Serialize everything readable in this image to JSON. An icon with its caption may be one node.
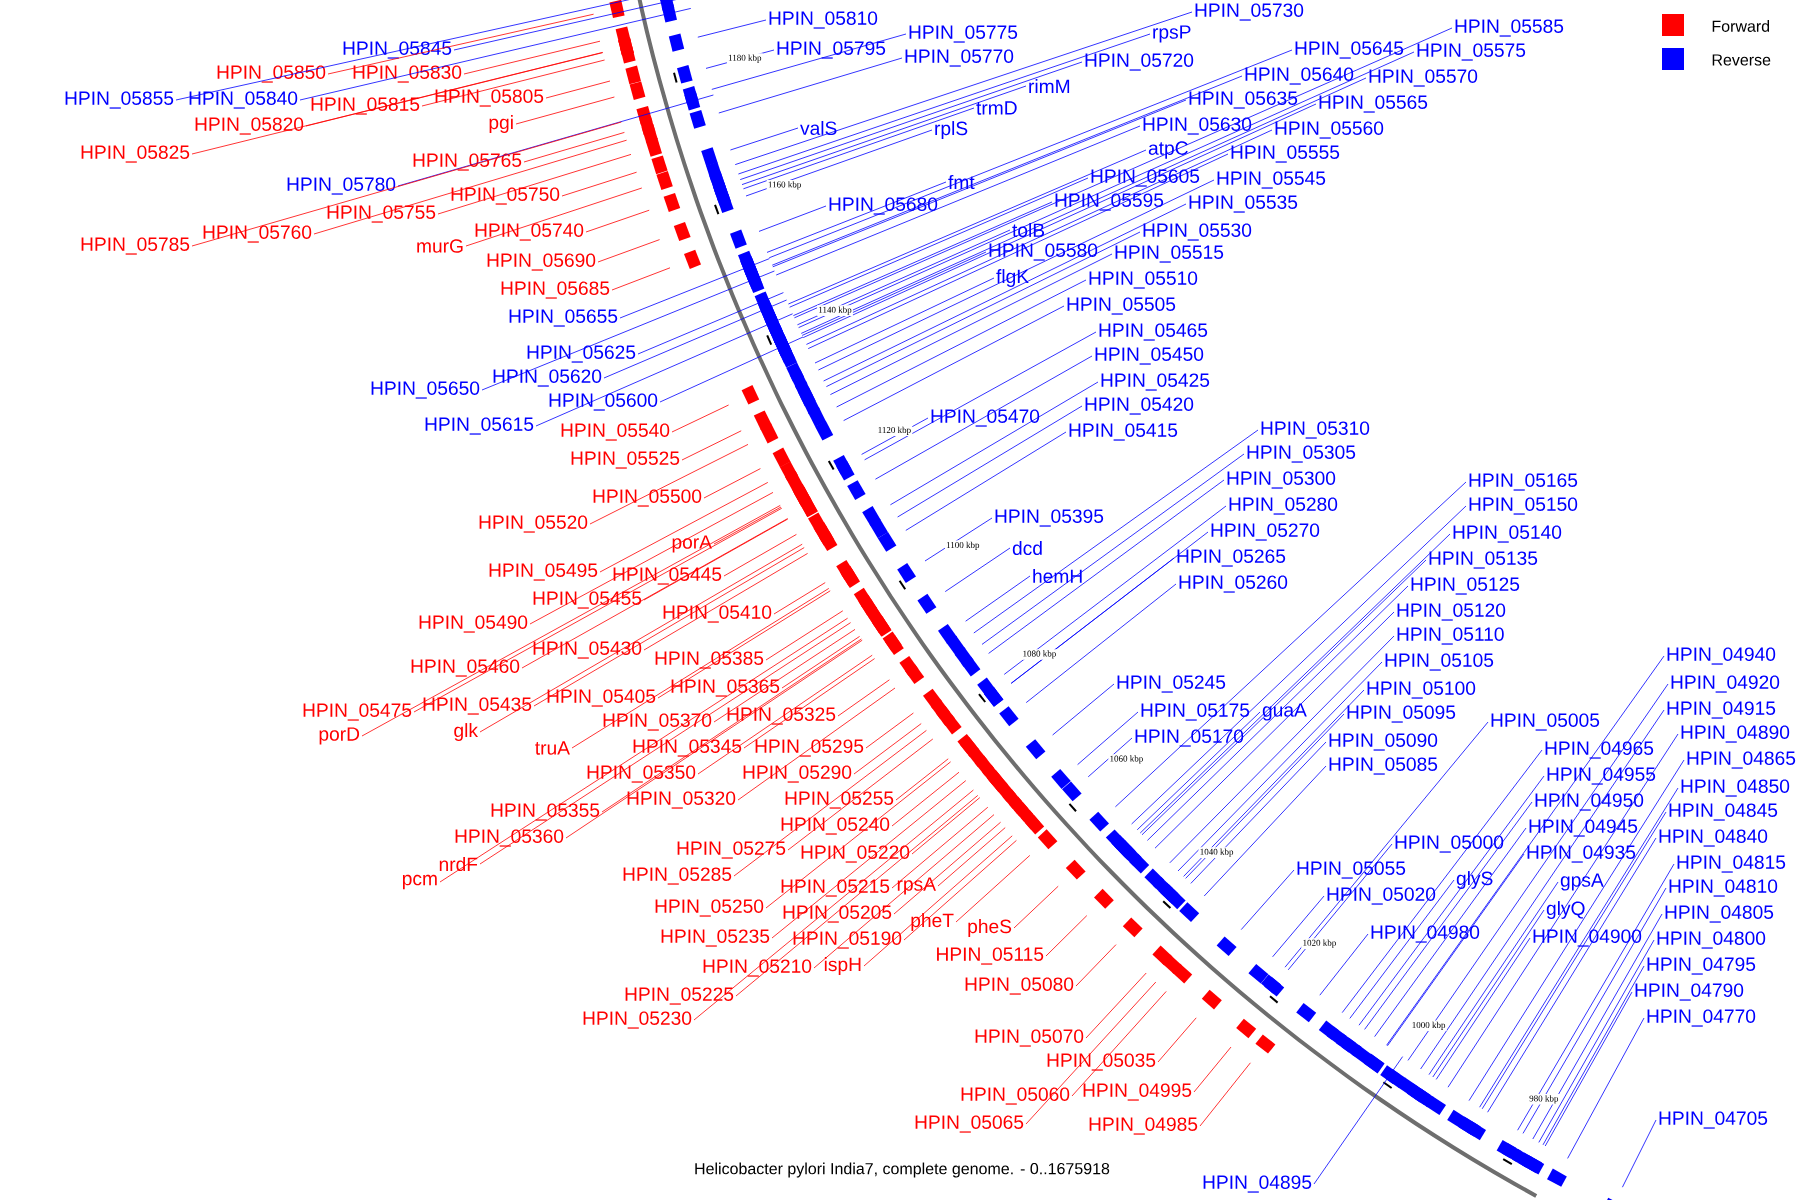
{
  "diagram": {
    "caption": "Helicobacter pylori India7, complete genome. - 0..1675918",
    "nodes": [
      {
        "text": [
          "HPIN_05845"
        ]
      },
      {
        "text": [
          "HPIN_05850"
        ]
      },
      {
        "text": [
          "HPIN_05830"
        ]
      },
      {
        "text": [
          "HPIN_05855"
        ]
      },
      {
        "text": [
          "HPIN_05840"
        ]
      },
      {
        "text": [
          "HPIN_05805"
        ]
      },
      {
        "text": [
          "HPIN_05815"
        ]
      },
      {
        "text": [
          "pgi"
        ]
      },
      {
        "text": [
          "HPIN_05820"
        ]
      },
      {
        "text": [
          "HPIN_05825"
        ]
      },
      {
        "text": [
          "HPIN_05765"
        ]
      },
      {
        "text": [
          "HPIN_05780"
        ]
      },
      {
        "text": [
          "HPIN_05750"
        ]
      },
      {
        "text": [
          "HPIN_05755"
        ]
      },
      {
        "text": [
          "HPIN_05740"
        ]
      },
      {
        "text": [
          "HPIN_05760"
        ]
      },
      {
        "text": [
          "HPIN_05785"
        ]
      },
      {
        "text": [
          "murG"
        ]
      },
      {
        "text": [
          "HPIN_05690"
        ]
      },
      {
        "text": [
          "HPIN_05685"
        ]
      },
      {
        "text": [
          "HPIN_05655"
        ]
      },
      {
        "text": [
          "HPIN_05625"
        ]
      },
      {
        "text": [
          "HPIN_05620"
        ]
      },
      {
        "text": [
          "HPIN_05650"
        ]
      },
      {
        "text": [
          "HPIN_05600"
        ]
      },
      {
        "text": [
          "HPIN_05615"
        ]
      },
      {
        "text": [
          "HPIN_05540"
        ]
      },
      {
        "text": [
          "HPIN_05525"
        ]
      },
      {
        "text": [
          "HPIN_05500"
        ]
      },
      {
        "text": [
          "HPIN_05520"
        ]
      },
      {
        "text": [
          "porA"
        ]
      },
      {
        "text": [
          "HPIN_05495"
        ]
      },
      {
        "text": [
          "HPIN_05445"
        ]
      },
      {
        "text": [
          "HPIN_05455"
        ]
      },
      {
        "text": [
          "HPIN_05410"
        ]
      },
      {
        "text": [
          "HPIN_05490"
        ]
      },
      {
        "text": [
          "HPIN_05430"
        ]
      },
      {
        "text": [
          "HPIN_05385"
        ]
      },
      {
        "text": [
          "HPIN_05460"
        ]
      },
      {
        "text": [
          "HPIN_05365"
        ]
      },
      {
        "text": [
          "HPIN_05405"
        ]
      },
      {
        "text": [
          "HPIN_05435"
        ]
      },
      {
        "text": [
          "HPIN_05475"
        ]
      },
      {
        "text": [
          "HPIN_05325"
        ]
      },
      {
        "text": [
          "HPIN_05370"
        ]
      },
      {
        "text": [
          "glk"
        ]
      },
      {
        "text": [
          "porD"
        ]
      },
      {
        "text": [
          "truA"
        ]
      },
      {
        "text": [
          "HPIN_05345"
        ]
      },
      {
        "text": [
          "HPIN_05295"
        ]
      },
      {
        "text": [
          "HPIN_05350"
        ]
      },
      {
        "text": [
          "HPIN_05290"
        ]
      },
      {
        "text": [
          "HPIN_05320"
        ]
      },
      {
        "text": [
          "HPIN_05255"
        ]
      },
      {
        "text": [
          "HPIN_05355"
        ]
      },
      {
        "text": [
          "HPIN_05240"
        ]
      },
      {
        "text": [
          "HPIN_05360"
        ]
      },
      {
        "text": [
          "HPIN_05275"
        ]
      },
      {
        "text": [
          "HPIN_05220"
        ]
      },
      {
        "text": [
          "nrdF"
        ]
      },
      {
        "text": [
          "HPIN_05285"
        ]
      },
      {
        "text": [
          "pcm"
        ]
      },
      {
        "text": [
          "HPIN_05215"
        ]
      },
      {
        "text": [
          "rpsA"
        ]
      },
      {
        "text": [
          "HPIN_05250"
        ]
      },
      {
        "text": [
          "HPIN_05205"
        ]
      },
      {
        "text": [
          "pheT"
        ]
      },
      {
        "text": [
          "pheS"
        ]
      },
      {
        "text": [
          "HPIN_05235"
        ]
      },
      {
        "text": [
          "HPIN_05190"
        ]
      },
      {
        "text": [
          "HPIN_05115"
        ]
      },
      {
        "text": [
          "HPIN_05210"
        ]
      },
      {
        "text": [
          "ispH"
        ]
      },
      {
        "text": [
          "HPIN_05080"
        ]
      },
      {
        "text": [
          "HPIN_05225"
        ]
      },
      {
        "text": [
          "HPIN_05230"
        ]
      },
      {
        "text": [
          "HPIN_05070"
        ]
      },
      {
        "text": [
          "HPIN_05035"
        ]
      },
      {
        "text": [
          "HPIN_04995"
        ]
      },
      {
        "text": [
          "HPIN_05060"
        ]
      },
      {
        "text": [
          "HPIN_05065"
        ]
      },
      {
        "text": [
          "HPIN_04985"
        ]
      },
      {
        "text": [
          "HPIN_04895"
        ]
      },
      {
        "text": [
          "HPIN_05730"
        ]
      },
      {
        "text": [
          "HPIN_05810"
        ]
      },
      {
        "text": [
          "HPIN_05585"
        ]
      },
      {
        "text": [
          "HPIN_05775"
        ]
      },
      {
        "text": [
          "rpsP"
        ]
      },
      {
        "text": [
          "HPIN_05795"
        ]
      },
      {
        "text": [
          "HPIN_05645"
        ]
      },
      {
        "text": [
          "HPIN_05575"
        ]
      },
      {
        "text": [
          "HPIN_05770"
        ]
      },
      {
        "text": [
          "HPIN_05720"
        ]
      },
      {
        "text": [
          "HPIN_05640"
        ]
      },
      {
        "text": [
          "HPIN_05570"
        ]
      },
      {
        "text": [
          "rimM"
        ]
      },
      {
        "text": [
          "HPIN_05635"
        ]
      },
      {
        "text": [
          "HPIN_05565"
        ]
      },
      {
        "text": [
          "trmD"
        ]
      },
      {
        "text": [
          "HPIN_05630"
        ]
      },
      {
        "text": [
          "valS"
        ]
      },
      {
        "text": [
          "rplS"
        ]
      },
      {
        "text": [
          "HPIN_05560"
        ]
      },
      {
        "text": [
          "atpC"
        ]
      },
      {
        "text": [
          "HPIN_05555"
        ]
      },
      {
        "text": [
          "HPIN_05605"
        ]
      },
      {
        "text": [
          "HPIN_05545"
        ]
      },
      {
        "text": [
          "fmt"
        ]
      },
      {
        "text": [
          "HPIN_05595"
        ]
      },
      {
        "text": [
          "HPIN_05535"
        ]
      },
      {
        "text": [
          "HPIN_05680"
        ]
      },
      {
        "text": [
          "tolB"
        ]
      },
      {
        "text": [
          "HPIN_05530"
        ]
      },
      {
        "text": [
          "HPIN_05580"
        ]
      },
      {
        "text": [
          "HPIN_05515"
        ]
      },
      {
        "text": [
          "flgK"
        ]
      },
      {
        "text": [
          "HPIN_05510"
        ]
      },
      {
        "text": [
          "HPIN_05505"
        ]
      },
      {
        "text": [
          "HPIN_05465"
        ]
      },
      {
        "text": [
          "HPIN_05450"
        ]
      },
      {
        "text": [
          "HPIN_05425"
        ]
      },
      {
        "text": [
          "HPIN_05420"
        ]
      },
      {
        "text": [
          "HPIN_05470"
        ]
      },
      {
        "text": [
          "HPIN_05310"
        ]
      },
      {
        "text": [
          "HPIN_05415"
        ]
      },
      {
        "text": [
          "HPIN_05305"
        ]
      },
      {
        "text": [
          "HPIN_05300"
        ]
      },
      {
        "text": [
          "HPIN_05165"
        ]
      },
      {
        "text": [
          "HPIN_05280"
        ]
      },
      {
        "text": [
          "HPIN_05150"
        ]
      },
      {
        "text": [
          "HPIN_05395"
        ]
      },
      {
        "text": [
          "HPIN_05270"
        ]
      },
      {
        "text": [
          "HPIN_05140"
        ]
      },
      {
        "text": [
          "dcd"
        ]
      },
      {
        "text": [
          "HPIN_05265"
        ]
      },
      {
        "text": [
          "HPIN_05135"
        ]
      },
      {
        "text": [
          "hemH"
        ]
      },
      {
        "text": [
          "HPIN_05260"
        ]
      },
      {
        "text": [
          "HPIN_05125"
        ]
      },
      {
        "text": [
          "HPIN_05120"
        ]
      },
      {
        "text": [
          "HPIN_05110"
        ]
      },
      {
        "text": [
          "HPIN_04940"
        ]
      },
      {
        "text": [
          "HPIN_05105"
        ]
      },
      {
        "text": [
          "HPIN_05245"
        ]
      },
      {
        "text": [
          "HPIN_04920"
        ]
      },
      {
        "text": [
          "HPIN_05100"
        ]
      },
      {
        "text": [
          "HPIN_04915"
        ]
      },
      {
        "text": [
          "HPIN_05175"
        ]
      },
      {
        "text": [
          "guaA"
        ]
      },
      {
        "text": [
          "HPIN_05095"
        ]
      },
      {
        "text": [
          "HPIN_05005"
        ]
      },
      {
        "text": [
          "HPIN_04890"
        ]
      },
      {
        "text": [
          "HPIN_05170"
        ]
      },
      {
        "text": [
          "HPIN_05090"
        ]
      },
      {
        "text": [
          "HPIN_04965"
        ]
      },
      {
        "text": [
          "HPIN_04865"
        ]
      },
      {
        "text": [
          "HPIN_05085"
        ]
      },
      {
        "text": [
          "HPIN_04955"
        ]
      },
      {
        "text": [
          "HPIN_04850"
        ]
      },
      {
        "text": [
          "HPIN_04950"
        ]
      },
      {
        "text": [
          "HPIN_04845"
        ]
      },
      {
        "text": [
          "HPIN_04945"
        ]
      },
      {
        "text": [
          "HPIN_04840"
        ]
      },
      {
        "text": [
          "HPIN_05000"
        ]
      },
      {
        "text": [
          "HPIN_04935"
        ]
      },
      {
        "text": [
          "HPIN_04815"
        ]
      },
      {
        "text": [
          "HPIN_05055"
        ]
      },
      {
        "text": [
          "glyS"
        ]
      },
      {
        "text": [
          "gpsA"
        ]
      },
      {
        "text": [
          "HPIN_04810"
        ]
      },
      {
        "text": [
          "HPIN_05020"
        ]
      },
      {
        "text": [
          "glyQ"
        ]
      },
      {
        "text": [
          "HPIN_04805"
        ]
      },
      {
        "text": [
          "HPIN_04980"
        ]
      },
      {
        "text": [
          "HPIN_04900"
        ]
      },
      {
        "text": [
          "HPIN_04800"
        ]
      },
      {
        "text": [
          "HPIN_04795"
        ]
      },
      {
        "text": [
          "HPIN_04790"
        ]
      },
      {
        "text": [
          "HPIN_04770"
        ]
      },
      {
        "text": [
          "HPIN_04705"
        ]
      }
    ],
    "edges": [
      {
        "from": 0,
        "to": null,
        "arrow": "none"
      },
      {
        "from": 1,
        "to": null,
        "arrow": "none",
        "color": "#ff0000"
      },
      {
        "from": 2,
        "to": null,
        "arrow": "none",
        "color": "#ff0000"
      },
      {
        "from": 3,
        "to": null,
        "arrow": "none"
      },
      {
        "from": 4,
        "to": null,
        "arrow": "none"
      },
      {
        "from": 5,
        "to": null,
        "arrow": "none",
        "color": "#ff0000"
      },
      {
        "from": 6,
        "to": null,
        "arrow": "none",
        "color": "#ff0000"
      },
      {
        "from": 7,
        "to": null,
        "arrow": "none",
        "color": "#ff0000"
      },
      {
        "from": 8,
        "to": null,
        "arrow": "none",
        "color": "#ff0000"
      },
      {
        "from": 9,
        "to": null,
        "arrow": "none",
        "color": "#ff0000"
      },
      {
        "from": 10,
        "to": null,
        "arrow": "none",
        "color": "#ff0000"
      },
      {
        "from": 11,
        "to": null,
        "arrow": "none"
      },
      {
        "from": 12,
        "to": null,
        "arrow": "none",
        "color": "#ff0000"
      },
      {
        "from": 13,
        "to": null,
        "arrow": "none",
        "color": "#ff0000"
      },
      {
        "from": 14,
        "to": null,
        "arrow": "none",
        "color": "#ff0000"
      },
      {
        "from": 15,
        "to": null,
        "arrow": "none",
        "color": "#ff0000"
      },
      {
        "from": 16,
        "to": null,
        "arrow": "none",
        "color": "#ff0000"
      },
      {
        "from": 17,
        "to": null,
        "arrow": "none",
        "color": "#ff0000"
      },
      {
        "from": 18,
        "to": null,
        "arrow": "none",
        "color": "#ff0000"
      },
      {
        "from": 19,
        "to": null,
        "arrow": "none",
        "color": "#ff0000"
      },
      {
        "from": 20,
        "to": null,
        "arrow": "none"
      },
      {
        "from": 21,
        "to": null,
        "arrow": "none"
      },
      {
        "from": 22,
        "to": null,
        "arrow": "none"
      },
      {
        "from": 23,
        "to": null,
        "arrow": "none"
      },
      {
        "from": 24,
        "to": null,
        "arrow": "none"
      },
      {
        "from": 25,
        "to": null,
        "arrow": "none"
      },
      {
        "from": 26,
        "to": null,
        "arrow": "none",
        "color": "#ff0000"
      },
      {
        "from": 27,
        "to": null,
        "arrow": "none",
        "color": "#ff0000"
      },
      {
        "from": 28,
        "to": null,
        "arrow": "none",
        "color": "#ff0000"
      },
      {
        "from": 29,
        "to": null,
        "arrow": "none",
        "color": "#ff0000"
      },
      {
        "from": 30,
        "to": null,
        "arrow": "none",
        "color": "#ff0000"
      },
      {
        "from": 31,
        "to": null,
        "arrow": "none",
        "color": "#ff0000"
      },
      {
        "from": 32,
        "to": null,
        "arrow": "none",
        "color": "#ff0000"
      },
      {
        "from": 33,
        "to": null,
        "arrow": "none",
        "color": "#ff0000"
      },
      {
        "from": 34,
        "to": null,
        "arrow": "none",
        "color": "#ff0000"
      },
      {
        "from": 35,
        "to": null,
        "arrow": "none",
        "color": "#ff0000"
      },
      {
        "from": 36,
        "to": null,
        "arrow": "none",
        "color": "#ff0000"
      },
      {
        "from": 37,
        "to": null,
        "arrow": "none",
        "color": "#ff0000"
      },
      {
        "from": 38,
        "to": null,
        "arrow": "none",
        "color": "#ff0000"
      },
      {
        "from": 39,
        "to": null,
        "arrow": "none",
        "color": "#ff0000"
      },
      {
        "from": 40,
        "to": null,
        "arrow": "none",
        "color": "#ff0000"
      },
      {
        "from": 41,
        "to": null,
        "arrow": "none",
        "color": "#ff0000"
      },
      {
        "from": 42,
        "to": null,
        "arrow": "none",
        "color": "#ff0000"
      },
      {
        "from": 43,
        "to": null,
        "arrow": "none",
        "color": "#ff0000"
      },
      {
        "from": 44,
        "to": null,
        "arrow": "none",
        "color": "#ff0000"
      },
      {
        "from": 45,
        "to": null,
        "arrow": "none",
        "color": "#ff0000"
      },
      {
        "from": 46,
        "to": null,
        "arrow": "none",
        "color": "#ff0000"
      },
      {
        "from": 47,
        "to": null,
        "arrow": "none",
        "color": "#ff0000"
      },
      {
        "from": 48,
        "to": null,
        "arrow": "none",
        "color": "#ff0000"
      },
      {
        "from": 49,
        "to": null,
        "arrow": "none",
        "color": "#ff0000"
      },
      {
        "from": 50,
        "to": null,
        "arrow": "none",
        "color": "#ff0000"
      },
      {
        "from": 51,
        "to": null,
        "arrow": "none",
        "color": "#ff0000"
      },
      {
        "from": 52,
        "to": null,
        "arrow": "none",
        "color": "#ff0000"
      },
      {
        "from": 53,
        "to": null,
        "arrow": "none",
        "color": "#ff0000"
      },
      {
        "from": 54,
        "to": null,
        "arrow": "none",
        "color": "#ff0000"
      },
      {
        "from": 55,
        "to": null,
        "arrow": "none",
        "color": "#ff0000"
      },
      {
        "from": 56,
        "to": null,
        "arrow": "none",
        "color": "#ff0000"
      },
      {
        "from": 57,
        "to": null,
        "arrow": "none",
        "color": "#ff0000"
      },
      {
        "from": 58,
        "to": null,
        "arrow": "none",
        "color": "#ff0000"
      },
      {
        "from": 59,
        "to": null,
        "arrow": "none",
        "color": "#ff0000"
      },
      {
        "from": 60,
        "to": null,
        "arrow": "none",
        "color": "#ff0000"
      },
      {
        "from": 61,
        "to": null,
        "arrow": "none",
        "color": "#ff0000"
      },
      {
        "from": 62,
        "to": null,
        "arrow": "none",
        "color": "#ff0000"
      },
      {
        "from": 63,
        "to": null,
        "arrow": "none",
        "color": "#ff0000"
      },
      {
        "from": 64,
        "to": null,
        "arrow": "none",
        "color": "#ff0000"
      },
      {
        "from": 65,
        "to": null,
        "arrow": "none",
        "color": "#ff0000"
      },
      {
        "from": 66,
        "to": null,
        "arrow": "none",
        "color": "#ff0000"
      },
      {
        "from": 67,
        "to": null,
        "arrow": "none",
        "color": "#ff0000"
      },
      {
        "from": 68,
        "to": null,
        "arrow": "none",
        "color": "#ff0000"
      },
      {
        "from": 69,
        "to": null,
        "arrow": "none",
        "color": "#ff0000"
      },
      {
        "from": 70,
        "to": null,
        "arrow": "none",
        "color": "#ff0000"
      },
      {
        "from": 71,
        "to": null,
        "arrow": "none",
        "color": "#ff0000"
      },
      {
        "from": 72,
        "to": null,
        "arrow": "none",
        "color": "#ff0000"
      },
      {
        "from": 73,
        "to": null,
        "arrow": "none",
        "color": "#ff0000"
      },
      {
        "from": 74,
        "to": null,
        "arrow": "none",
        "color": "#ff0000"
      },
      {
        "from": 75,
        "to": null,
        "arrow": "none",
        "color": "#ff0000"
      },
      {
        "from": 76,
        "to": null,
        "arrow": "none",
        "color": "#ff0000"
      },
      {
        "from": 77,
        "to": null,
        "arrow": "none",
        "color": "#ff0000"
      },
      {
        "from": 78,
        "to": null,
        "arrow": "none",
        "color": "#ff0000"
      },
      {
        "from": 79,
        "to": null,
        "arrow": "none",
        "color": "#ff0000"
      },
      {
        "from": 80,
        "to": null,
        "arrow": "none",
        "color": "#ff0000"
      },
      {
        "from": 81,
        "to": null,
        "arrow": "none",
        "color": "#ff0000"
      },
      {
        "from": 82,
        "to": null,
        "arrow": "none"
      },
      {
        "from": 83,
        "to": null,
        "arrow": "none"
      },
      {
        "from": 84,
        "to": null,
        "arrow": "none"
      },
      {
        "from": 85,
        "to": null,
        "arrow": "none"
      },
      {
        "from": 86,
        "to": null,
        "arrow": "none"
      },
      {
        "from": 87,
        "to": null,
        "arrow": "none"
      },
      {
        "from": 88,
        "to": null,
        "arrow": "none"
      },
      {
        "from": 89,
        "to": null,
        "arrow": "none"
      },
      {
        "from": 90,
        "to": null,
        "arrow": "none"
      },
      {
        "from": 91,
        "to": null,
        "arrow": "none"
      },
      {
        "from": 92,
        "to": null,
        "arrow": "none"
      },
      {
        "from": 93,
        "to": null,
        "arrow": "none"
      },
      {
        "from": 94,
        "to": null,
        "arrow": "none"
      },
      {
        "from": 95,
        "to": null,
        "arrow": "none"
      },
      {
        "from": 96,
        "to": null,
        "arrow": "none"
      },
      {
        "from": 97,
        "to": null,
        "arrow": "none"
      },
      {
        "from": 98,
        "to": null,
        "arrow": "none"
      },
      {
        "from": 99,
        "to": null,
        "arrow": "none"
      },
      {
        "from": 100,
        "to": null,
        "arrow": "none"
      },
      {
        "from": 101,
        "to": null,
        "arrow": "none"
      },
      {
        "from": 102,
        "to": null,
        "arrow": "none"
      },
      {
        "from": 103,
        "to": null,
        "arrow": "none"
      },
      {
        "from": 104,
        "to": null,
        "arrow": "none"
      },
      {
        "from": 105,
        "to": null,
        "arrow": "none"
      },
      {
        "from": 106,
        "to": null,
        "arrow": "none"
      },
      {
        "from": 107,
        "to": null,
        "arrow": "none"
      },
      {
        "from": 108,
        "to": null,
        "arrow": "none"
      },
      {
        "from": 109,
        "to": null,
        "arrow": "none"
      },
      {
        "from": 110,
        "to": null,
        "arrow": "none"
      },
      {
        "from": 111,
        "to": null,
        "arrow": "none"
      },
      {
        "from": 112,
        "to": null,
        "arrow": "none"
      },
      {
        "from": 113,
        "to": null,
        "arrow": "none"
      },
      {
        "from": 114,
        "to": null,
        "arrow": "none"
      },
      {
        "from": 115,
        "to": null,
        "arrow": "none"
      },
      {
        "from": 116,
        "to": null,
        "arrow": "none"
      },
      {
        "from": 117,
        "to": null,
        "arrow": "none"
      },
      {
        "from": 118,
        "to": null,
        "arrow": "none"
      },
      {
        "from": 119,
        "to": null,
        "arrow": "none"
      },
      {
        "from": 120,
        "to": null,
        "arrow": "none"
      },
      {
        "from": 121,
        "to": null,
        "arrow": "none"
      },
      {
        "from": 122,
        "to": null,
        "arrow": "none"
      },
      {
        "from": 123,
        "to": null,
        "arrow": "none"
      },
      {
        "from": 124,
        "to": null,
        "arrow": "none"
      },
      {
        "from": 125,
        "to": null,
        "arrow": "none"
      },
      {
        "from": 126,
        "to": null,
        "arrow": "none"
      },
      {
        "from": 127,
        "to": null,
        "arrow": "none"
      },
      {
        "from": 128,
        "to": null,
        "arrow": "none"
      },
      {
        "from": 129,
        "to": null,
        "arrow": "none"
      },
      {
        "from": 130,
        "to": null,
        "arrow": "none"
      },
      {
        "from": 131,
        "to": null,
        "arrow": "none"
      },
      {
        "from": 132,
        "to": null,
        "arrow": "none"
      },
      {
        "from": 133,
        "to": null,
        "arrow": "none"
      },
      {
        "from": 134,
        "to": null,
        "arrow": "none"
      },
      {
        "from": 135,
        "to": null,
        "arrow": "none"
      },
      {
        "from": 136,
        "to": null,
        "arrow": "none"
      },
      {
        "from": 137,
        "to": null,
        "arrow": "none"
      },
      {
        "from": 138,
        "to": null,
        "arrow": "none"
      },
      {
        "from": 139,
        "to": null,
        "arrow": "none"
      },
      {
        "from": 140,
        "to": null,
        "arrow": "none"
      },
      {
        "from": 141,
        "to": null,
        "arrow": "none"
      },
      {
        "from": 142,
        "to": null,
        "arrow": "none"
      },
      {
        "from": 143,
        "to": null,
        "arrow": "none"
      },
      {
        "from": 144,
        "to": null,
        "arrow": "none"
      },
      {
        "from": 145,
        "to": null,
        "arrow": "none"
      },
      {
        "from": 146,
        "to": null,
        "arrow": "none"
      },
      {
        "from": 147,
        "to": null,
        "arrow": "none"
      },
      {
        "from": 148,
        "to": null,
        "arrow": "none"
      },
      {
        "from": 149,
        "to": null,
        "arrow": "none"
      },
      {
        "from": 150,
        "to": null,
        "arrow": "none"
      },
      {
        "from": 151,
        "to": null,
        "arrow": "none"
      },
      {
        "from": 152,
        "to": null,
        "arrow": "none"
      },
      {
        "from": 153,
        "to": null,
        "arrow": "none"
      },
      {
        "from": 154,
        "to": null,
        "arrow": "none"
      },
      {
        "from": 155,
        "to": null,
        "arrow": "none"
      },
      {
        "from": 156,
        "to": null,
        "arrow": "none"
      },
      {
        "from": 157,
        "to": null,
        "arrow": "none"
      },
      {
        "from": 158,
        "to": null,
        "arrow": "none"
      },
      {
        "from": 159,
        "to": null,
        "arrow": "none"
      },
      {
        "from": 160,
        "to": null,
        "arrow": "none"
      },
      {
        "from": 161,
        "to": null,
        "arrow": "none"
      },
      {
        "from": 162,
        "to": null,
        "arrow": "none"
      },
      {
        "from": 163,
        "to": null,
        "arrow": "none"
      },
      {
        "from": 164,
        "to": null,
        "arrow": "none"
      },
      {
        "from": 165,
        "to": null,
        "arrow": "none"
      },
      {
        "from": 166,
        "to": null,
        "arrow": "none"
      },
      {
        "from": 167,
        "to": null,
        "arrow": "none"
      },
      {
        "from": 168,
        "to": null,
        "arrow": "none"
      },
      {
        "from": 169,
        "to": null,
        "arrow": "none"
      },
      {
        "from": 170,
        "to": null,
        "arrow": "none"
      },
      {
        "from": 171,
        "to": null,
        "arrow": "none"
      },
      {
        "from": 172,
        "to": null,
        "arrow": "none"
      },
      {
        "from": 173,
        "to": null,
        "arrow": "none"
      },
      {
        "from": 174,
        "to": null,
        "arrow": "none"
      },
      {
        "from": 175,
        "to": null,
        "arrow": "none"
      },
      {
        "from": 176,
        "to": null,
        "arrow": "none"
      },
      {
        "from": 177,
        "to": null,
        "arrow": "none"
      },
      {
        "from": 178,
        "to": null,
        "arrow": "none"
      },
      {
        "from": 179,
        "to": null,
        "arrow": "none"
      }
    ],
    "labels": [
      "1180 kbp",
      "1160 kbp",
      "1140 kbp",
      "1120 kbp",
      "1100 kbp",
      "1080 kbp",
      "1060 kbp",
      "1040 kbp",
      "1020 kbp",
      "1000 kbp",
      "980 kbp"
    ],
    "legend": [
      {
        "text": "Forward",
        "color": "#ff0000"
      },
      {
        "text": "Reverse",
        "color": "#0000ff"
      }
    ]
  }
}
